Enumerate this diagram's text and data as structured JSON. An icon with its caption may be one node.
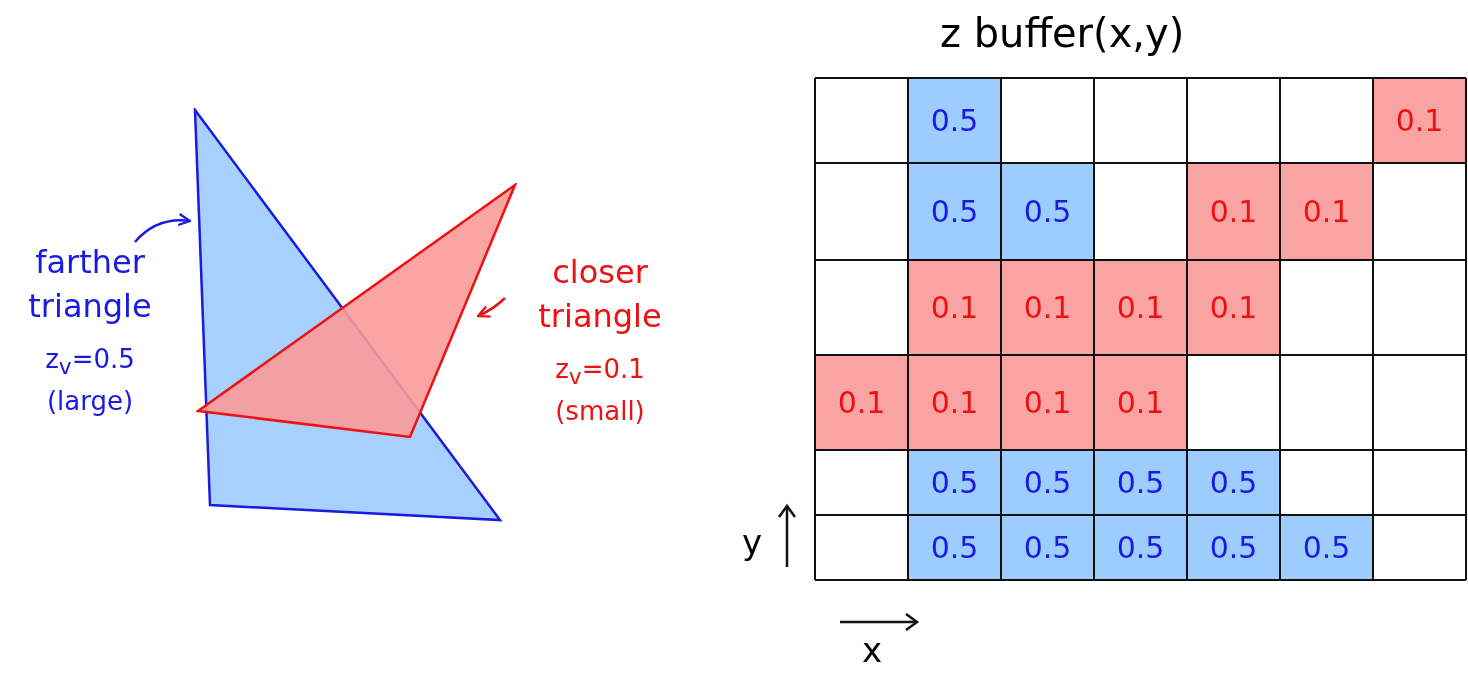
{
  "diagram": {
    "nodes": [
      {
        "text": [
          "farther triangle",
          "z$_{v}$=0.5 (large)"
        ]
      },
      {
        "text": [],
        "shape": "triangle"
      },
      {
        "text": [
          "closer triangle",
          "z$_{v}$=0.1 (small)"
        ]
      },
      {
        "text": [],
        "shape": "triangle"
      }
    ],
    "edges": [
      {
        "from": 0,
        "to": 1,
        "arrow": "to",
        "color": "#1a1ae0"
      },
      {
        "from": 2,
        "to": 3,
        "arrow": "to",
        "color": "#ee1111"
      }
    ],
    "labels": [
      "z buffer(x,y)",
      "0.5",
      "0.1",
      "0.5",
      "0.5",
      "0.1",
      "0.1",
      "0.1",
      "0.1",
      "0.1",
      "0.1",
      "0.1",
      "0.1",
      "0.1",
      "0.1",
      "0.5",
      "0.5",
      "0.5",
      "0.5",
      "y",
      "0.5",
      "0.5",
      "0.5",
      "0.5",
      "0.5",
      "x"
    ]
  }
}
